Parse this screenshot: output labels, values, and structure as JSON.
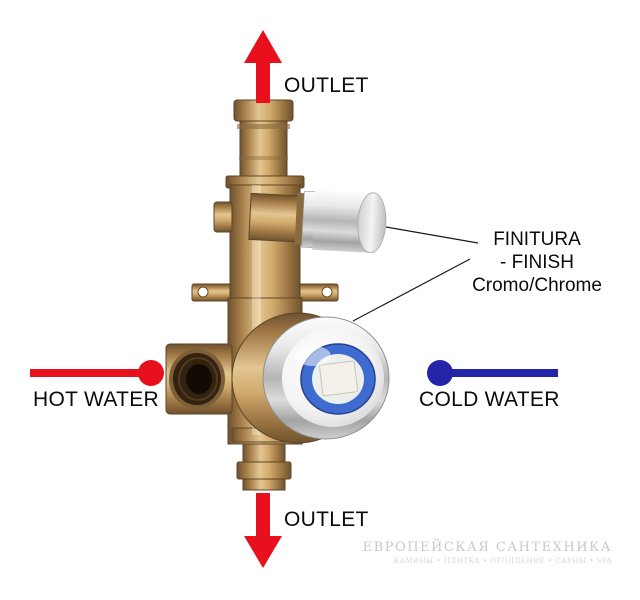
{
  "labels": {
    "outlet_top": "OUTLET",
    "outlet_bottom": "OUTLET",
    "hot_water": "HOT WATER",
    "cold_water": "COLD WATER",
    "finish_line1": "FINITURA",
    "finish_line2": "- FINISH",
    "finish_line3": "Cromo/Chrome"
  },
  "watermark": {
    "line1": "ЕВРОПЕЙСКАЯ САНТЕХНИКА",
    "line2": "КАМИНЫ • ПЛИТКА • ОТОПЛЕНИЕ • САУНЫ • SPA"
  },
  "icons": {
    "outlet_top": "arrow-up-icon",
    "outlet_bottom": "arrow-down-icon",
    "hot_water": "red-line-dot-icon",
    "cold_water": "blue-line-dot-icon"
  },
  "colors": {
    "hot_red": "#e8101c",
    "cold_blue": "#2424a8",
    "label_text": "#0b0b0b",
    "pointer_line": "#1a1a1a",
    "watermark_gray": "#c9c9c9",
    "brass": "#d2ab6e",
    "chrome": "#d9d9d9",
    "cartridge_blue": "#3e6bd0"
  }
}
